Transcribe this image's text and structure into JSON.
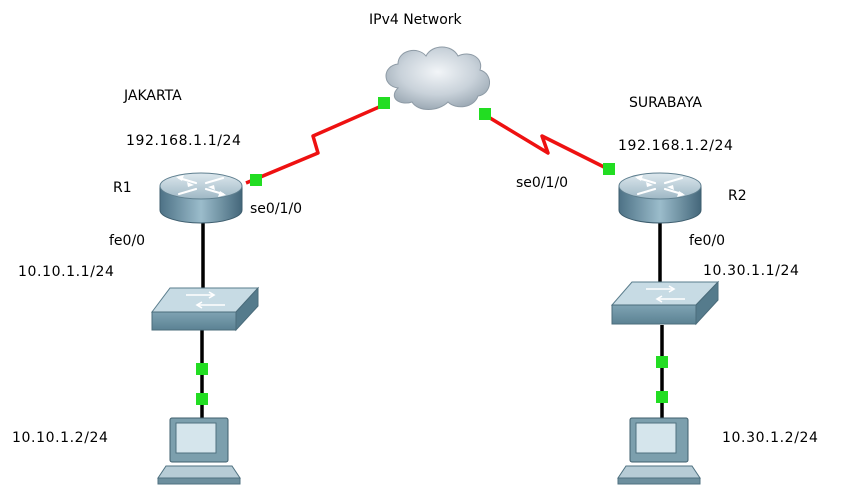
{
  "cloud": {
    "label": "IPv4 Network"
  },
  "left_site": {
    "name": "JAKARTA",
    "router": {
      "name": "R1",
      "wan_ip": "192.168.1.1/24",
      "serial_interface": "se0/1/0",
      "lan_interface": "fe0/0",
      "lan_ip": "10.10.1.1/24"
    },
    "pc": {
      "ip": "10.10.1.2/24"
    }
  },
  "right_site": {
    "name": "SURABAYA",
    "router": {
      "name": "R2",
      "wan_ip": "192.168.1.2/24",
      "serial_interface": "se0/1/0",
      "lan_interface": "fe0/0",
      "lan_ip": "10.30.1.1/24"
    },
    "pc": {
      "ip": "10.30.1.2/24"
    }
  },
  "colors": {
    "serial_link": "#ee1111",
    "ethernet_link": "#000000",
    "link_up_dot": "#22dd22"
  },
  "icons": {
    "cloud": "cloud-icon",
    "router": "router-icon",
    "switch": "switch-icon",
    "pc": "pc-icon"
  }
}
